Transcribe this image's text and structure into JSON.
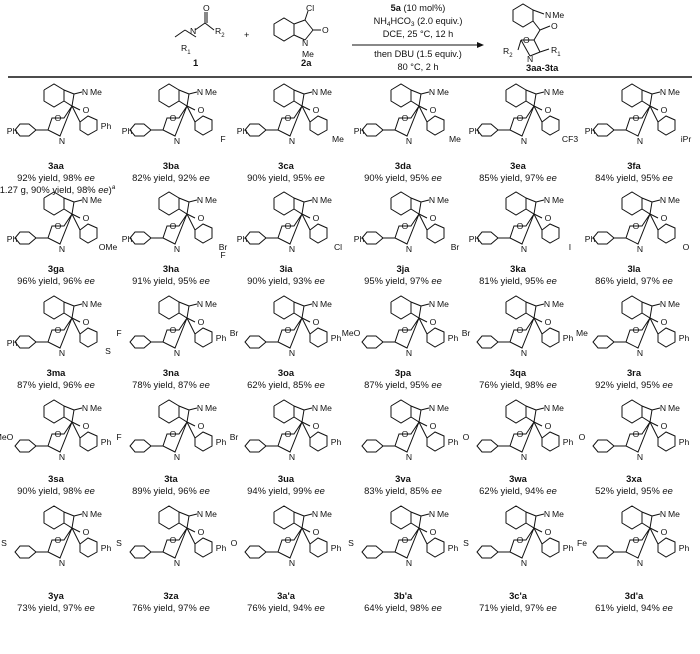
{
  "reaction": {
    "reactant1": {
      "id": "1",
      "labels": {
        "R1": "R",
        "R1_sup": "1",
        "R2": "R",
        "R2_sup": "2",
        "N": "N",
        "O": "O"
      }
    },
    "plus": "+",
    "reactant2": {
      "id": "2a",
      "labels": {
        "Cl": "Cl",
        "O": "O",
        "N": "N",
        "Me": "Me"
      }
    },
    "conditions": {
      "line1_bold": "5a",
      "line1_rest": " (10 mol%)",
      "line2": "NH4HCO3 (2.0 equiv.)",
      "line2_main": "NH",
      "line2_sub1": "4",
      "line2_mid": "HCO",
      "line2_sub2": "3",
      "line2_end": " (2.0 equiv.)",
      "line3": "DCE, 25 °C, 12 h",
      "line4": "then DBU (1.5 equiv.)",
      "line5": "80 °C, 2 h"
    },
    "product": {
      "id": "3aa-3ta",
      "labels": {
        "R1": "R",
        "R1_sup": "1",
        "R2": "R",
        "R2_sup": "2",
        "N_Me": "N",
        "Me": "Me",
        "O": "O",
        "N": "N"
      }
    }
  },
  "compounds": [
    {
      "id": "3aa",
      "yield": "92% yield, 98% ",
      "ee": "ee",
      "r2": "Ph",
      "r1": "Ph",
      "note_pre": "(1.27 g, 90% yield, 98% ",
      "note_ee": "ee",
      "note_post": ")",
      "note_sup": "a"
    },
    {
      "id": "3ba",
      "yield": "82% yield, 92% ",
      "ee": "ee",
      "r2": "Ph",
      "r1": "",
      "sub": "F"
    },
    {
      "id": "3ca",
      "yield": "90% yield, 95% ",
      "ee": "ee",
      "r2": "Ph",
      "r1": "",
      "sub": "Me"
    },
    {
      "id": "3da",
      "yield": "90% yield, 95% ",
      "ee": "ee",
      "r2": "Ph",
      "r1": "",
      "sub": "Me"
    },
    {
      "id": "3ea",
      "yield": "85% yield, 97% ",
      "ee": "ee",
      "r2": "Ph",
      "r1": "",
      "sub": "CF3"
    },
    {
      "id": "3fa",
      "yield": "84% yield, 95% ",
      "ee": "ee",
      "r2": "Ph",
      "r1": "",
      "sub": "iPr"
    },
    {
      "id": "3ga",
      "yield": "96% yield, 96% ",
      "ee": "ee",
      "r2": "Ph",
      "r1": "",
      "sub": "OMe"
    },
    {
      "id": "3ha",
      "yield": "91% yield, 95% ",
      "ee": "ee",
      "r2": "Ph",
      "r1": "",
      "sub": "Br",
      "sub2": "F"
    },
    {
      "id": "3ia",
      "yield": "90% yield, 93% ",
      "ee": "ee",
      "r2": "Ph",
      "r1": "",
      "sub": "Cl"
    },
    {
      "id": "3ja",
      "yield": "95% yield, 97% ",
      "ee": "ee",
      "r2": "Ph",
      "r1": "",
      "sub": "Br"
    },
    {
      "id": "3ka",
      "yield": "81% yield, 95% ",
      "ee": "ee",
      "r2": "Ph",
      "r1": "",
      "sub": "I"
    },
    {
      "id": "3la",
      "yield": "86% yield, 97% ",
      "ee": "ee",
      "r2": "Ph",
      "r1": "",
      "sub": "O"
    },
    {
      "id": "3ma",
      "yield": "87% yield, 96% ",
      "ee": "ee",
      "r2": "Ph",
      "r1": "",
      "sub": "S"
    },
    {
      "id": "3na",
      "yield": "78% yield, 87% ",
      "ee": "ee",
      "r2": "",
      "r1": "Ph",
      "sub": "F"
    },
    {
      "id": "3oa",
      "yield": "62% yield, 85% ",
      "ee": "ee",
      "r2": "",
      "r1": "Ph",
      "sub": "Br"
    },
    {
      "id": "3pa",
      "yield": "87% yield, 95% ",
      "ee": "ee",
      "r2": "",
      "r1": "Ph",
      "sub": "MeO"
    },
    {
      "id": "3qa",
      "yield": "76% yield, 98% ",
      "ee": "ee",
      "r2": "",
      "r1": "Ph",
      "sub": "Br"
    },
    {
      "id": "3ra",
      "yield": "92% yield, 95% ",
      "ee": "ee",
      "r2": "",
      "r1": "Ph",
      "sub": "Me"
    },
    {
      "id": "3sa",
      "yield": "90% yield, 98% ",
      "ee": "ee",
      "r2": "",
      "r1": "Ph",
      "sub": "MeO"
    },
    {
      "id": "3ta",
      "yield": "89% yield, 96% ",
      "ee": "ee",
      "r2": "",
      "r1": "Ph",
      "sub": "F"
    },
    {
      "id": "3ua",
      "yield": "94% yield, 99% ",
      "ee": "ee",
      "r2": "",
      "r1": "Ph",
      "sub": "Br"
    },
    {
      "id": "3va",
      "yield": "83% yield, 85% ",
      "ee": "ee",
      "r2": "",
      "r1": "Ph",
      "sub": ""
    },
    {
      "id": "3wa",
      "yield": "62% yield, 94% ",
      "ee": "ee",
      "r2": "",
      "r1": "Ph",
      "sub": "O"
    },
    {
      "id": "3xa",
      "yield": "52% yield, 95% ",
      "ee": "ee",
      "r2": "",
      "r1": "Ph",
      "sub": "O"
    },
    {
      "id": "3ya",
      "yield": "73% yield, 97% ",
      "ee": "ee",
      "r2": "",
      "r1": "Ph",
      "sub": "S"
    },
    {
      "id": "3za",
      "yield": "76% yield, 97% ",
      "ee": "ee",
      "r2": "",
      "r1": "Ph",
      "sub": "S"
    },
    {
      "id": "3a'a",
      "yield": "76% yield, 94% ",
      "ee": "ee",
      "r2": "",
      "r1": "Ph",
      "sub": "O"
    },
    {
      "id": "3b'a",
      "yield": "64% yield, 98% ",
      "ee": "ee",
      "r2": "",
      "r1": "Ph",
      "sub": "S"
    },
    {
      "id": "3c'a",
      "yield": "71% yield, 97% ",
      "ee": "ee",
      "r2": "",
      "r1": "Ph",
      "sub": "S"
    },
    {
      "id": "3d'a",
      "yield": "61% yield, 94% ",
      "ee": "ee",
      "r2": "",
      "r1": "Ph",
      "sub": "Fe"
    }
  ],
  "atoms": {
    "O": "O",
    "N": "N",
    "Me": "Me"
  }
}
